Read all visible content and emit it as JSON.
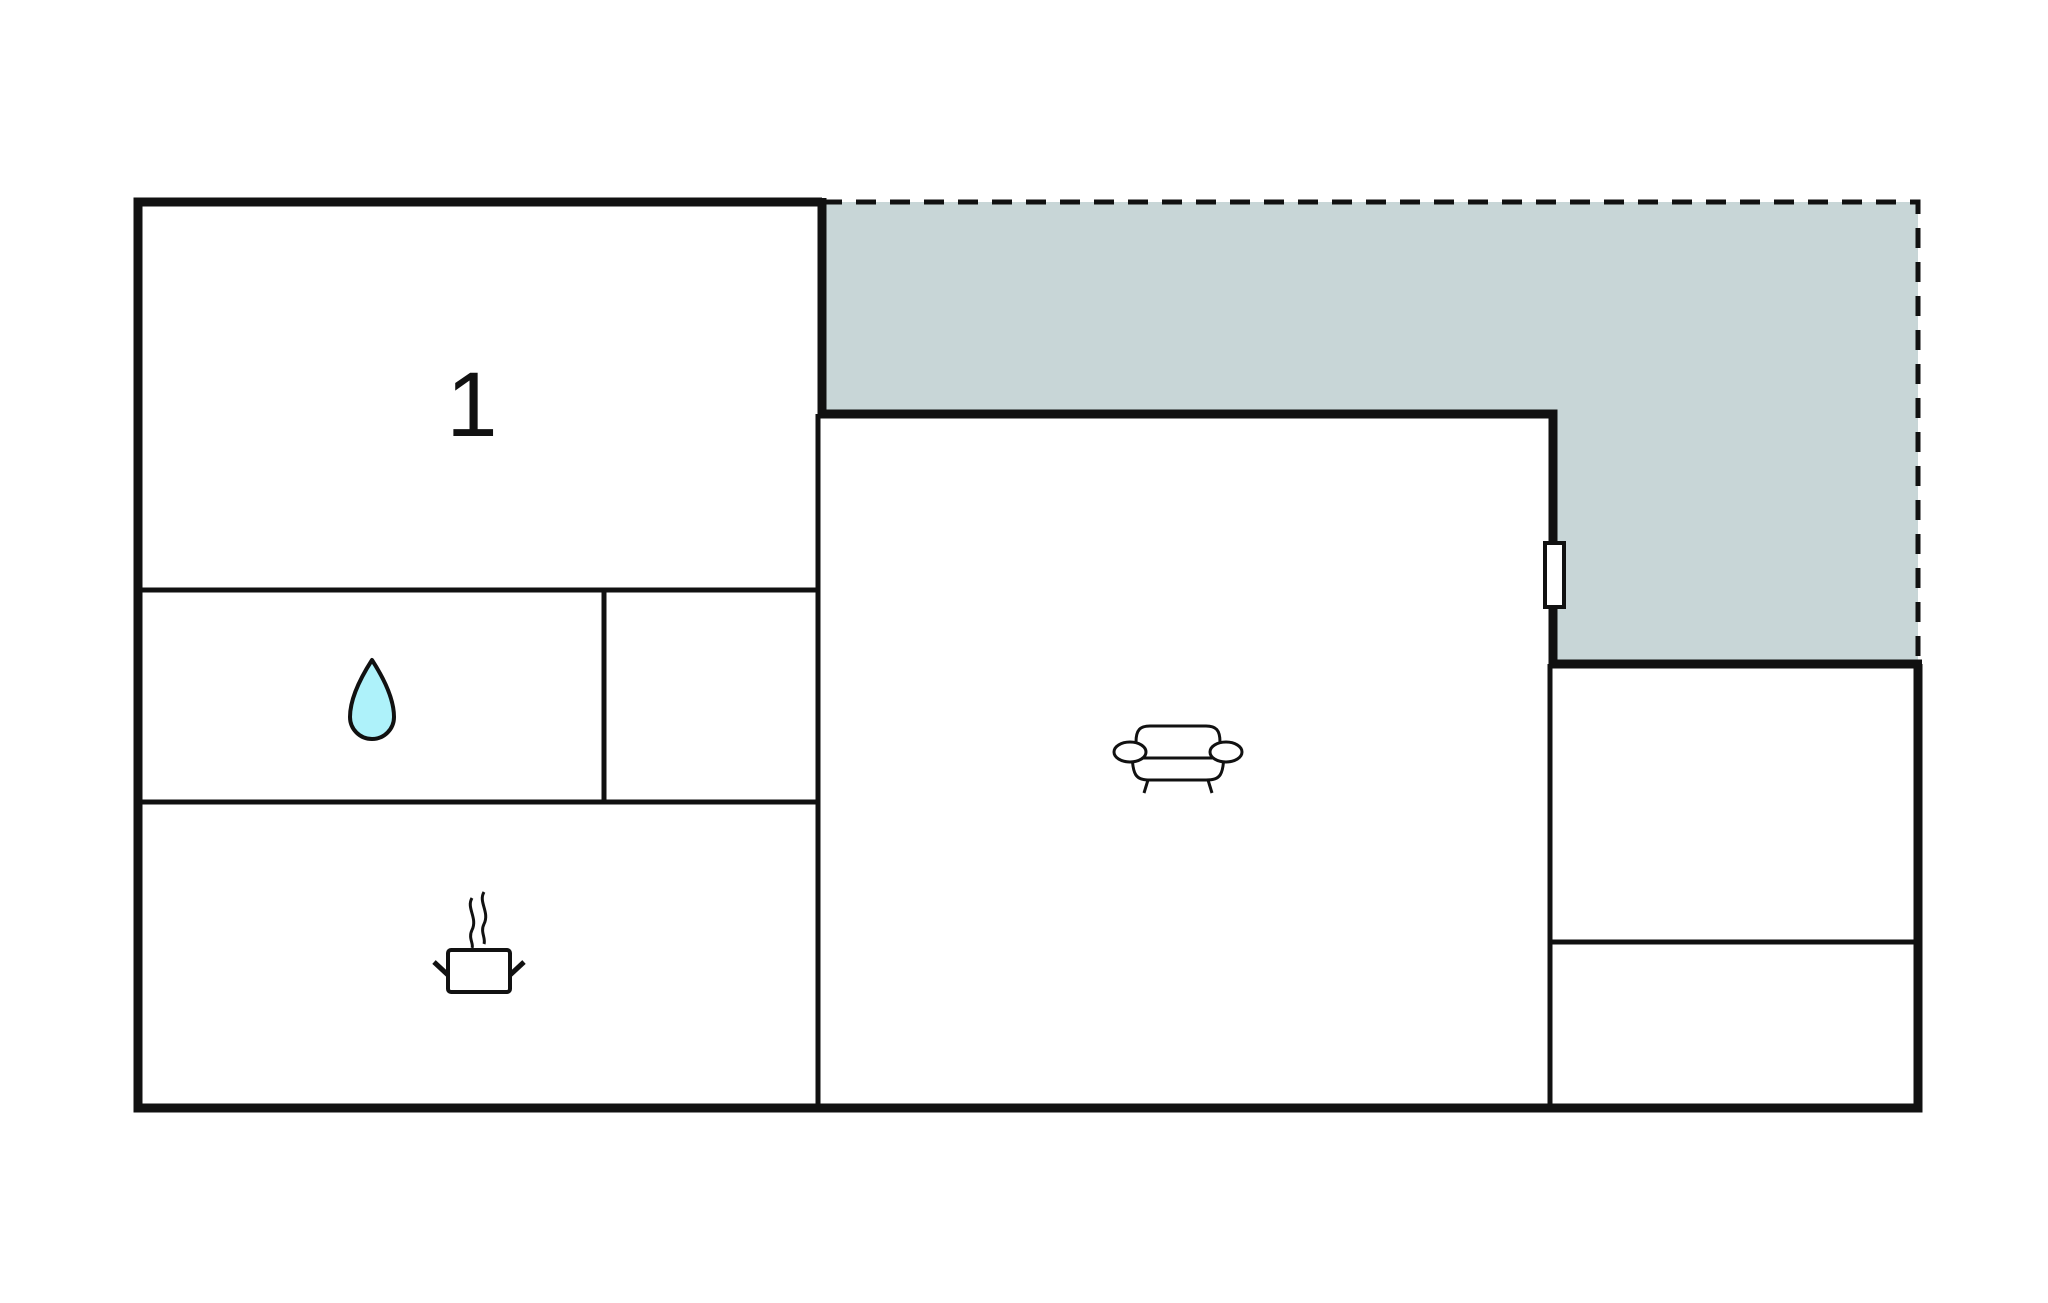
{
  "plan": {
    "rooms": [
      {
        "id": "bedroom",
        "label": "1",
        "icon": "bed-number"
      },
      {
        "id": "bathroom",
        "label": "",
        "icon": "water-drop-icon"
      },
      {
        "id": "storage",
        "label": "",
        "icon": ""
      },
      {
        "id": "kitchen",
        "label": "",
        "icon": "cooking-pot-icon"
      },
      {
        "id": "living-room",
        "label": "",
        "icon": "sofa-icon"
      },
      {
        "id": "side-room-upper",
        "label": "",
        "icon": ""
      },
      {
        "id": "side-room-lower",
        "label": "",
        "icon": ""
      }
    ],
    "terrace": {
      "icon": "terrace-area",
      "outline": "dashed"
    },
    "door": {
      "icon": "door-icon"
    }
  },
  "colors": {
    "wall": "#111111",
    "terrace_fill": "#c8d6d7",
    "water_fill": "#aef2fa",
    "background": "#ffffff"
  }
}
